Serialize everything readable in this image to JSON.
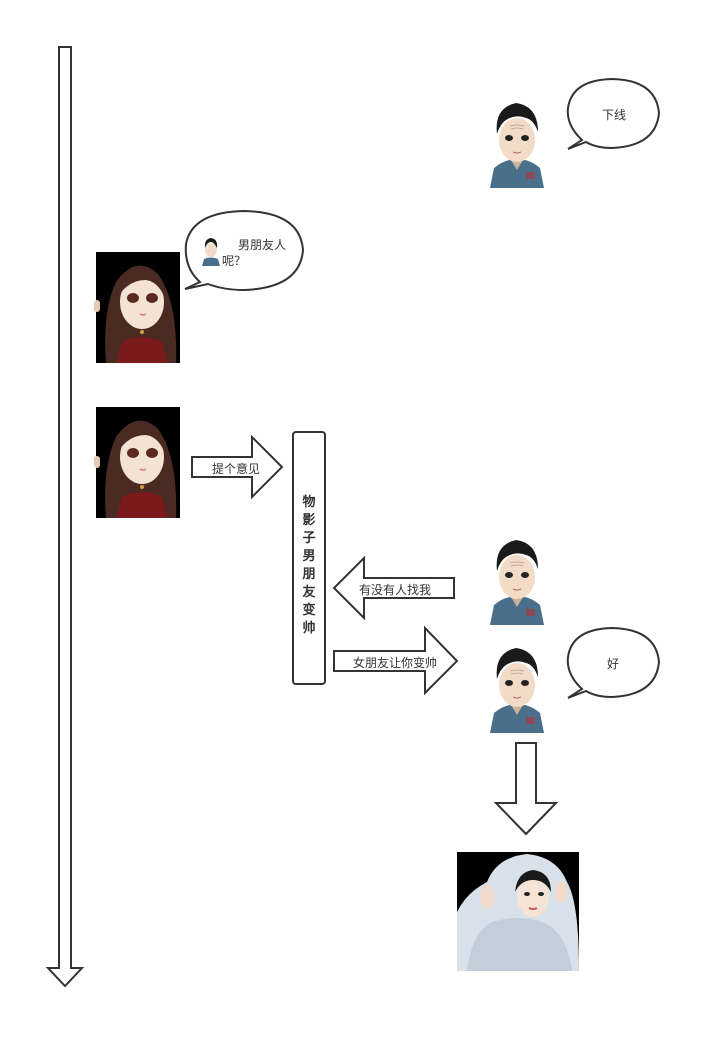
{
  "diagram": {
    "timeline_arrow": {
      "direction": "down"
    },
    "bubbles": {
      "xiaxian": "下线",
      "boyfriend_question_line1": "男朋友人",
      "boyfriend_question_line2": "呢？",
      "hao": "好"
    },
    "arrows": {
      "suggest": "提个意见",
      "anyone_looking": "有没有人找我",
      "gf_make_handsome": "女朋友让你变帅"
    },
    "process_box": {
      "label": "物影子男朋友变帅"
    },
    "characters": {
      "old_man": "old-man-avatar",
      "girl": "girl-avatar",
      "handsome_man": "handsome-man-image"
    },
    "colors": {
      "stroke": "#333333",
      "fill": "#ffffff",
      "text": "#333333"
    }
  }
}
